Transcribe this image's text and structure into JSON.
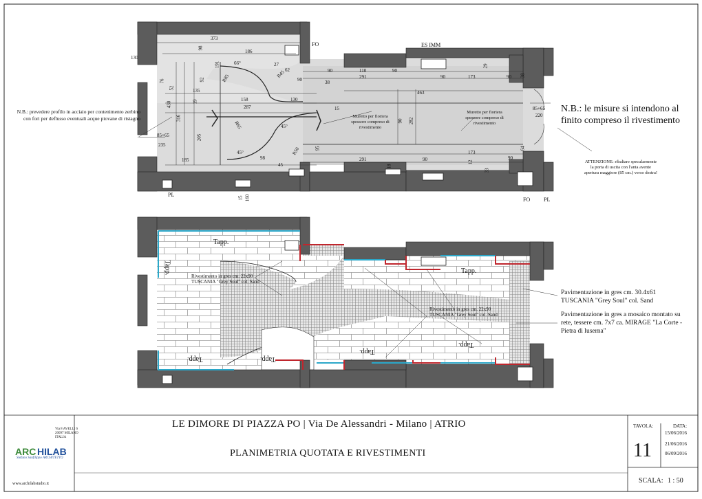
{
  "plan_top": {
    "labels": {
      "fo_top": "FO",
      "es_imm": "ES IMM",
      "pl_left": "PL",
      "fo_bottom": "FO",
      "pl_right": "PL"
    },
    "notes": {
      "nb_left": "N.B.: prevedere profilo in acciaio per contenimento zerbino con fori per deflusso eventuali acque piovane di ristagno",
      "nb_right": "N.B.:  le misure si intendono al finito compreso il rivestimento",
      "attenzione": "ATTENZIONE: ribaltare specularmente la porta di uscita con l'anta avente apertura maggiore (85 cm.) verso destra!",
      "muretto_1": "Muretto per fioriera spessore compreso di rivestimento",
      "muretto_2": "Muretto per fioriera spessore compreso di rivestimento"
    },
    "dims": {
      "d373": "373",
      "d186": "186",
      "d98": "98",
      "d191": "191",
      "d62": "62",
      "d27": "27",
      "d90a": "90",
      "d90b": "90",
      "d110": "110",
      "d90c": "90",
      "d90d": "90",
      "d173a": "173",
      "d29": "29",
      "d90e": "90",
      "d38a": "38",
      "d291a": "291",
      "d463": "463",
      "d135": "135",
      "d92": "92",
      "d76": "76",
      "d52": "52",
      "d430": "430",
      "d19": "19",
      "d316": "316",
      "d158": "158",
      "d130": "130",
      "d287": "287",
      "d15": "15",
      "d85_65l": "85+65",
      "d235": "235",
      "d205": "205",
      "d45a": "45°",
      "d45b": "45°",
      "d90f": "90",
      "d282": "282",
      "d95": "95",
      "d185": "185",
      "d98b": "98",
      "d45c": "45",
      "d291b": "291",
      "d90g": "90",
      "d173b": "173",
      "d12": "12",
      "d18": "18",
      "d33": "33",
      "d85_65r": "85+65",
      "d220": "220",
      "d64": "64",
      "d90h": "90",
      "d130b": "130",
      "d90_130": "90\n130",
      "d15b": "15",
      "d160": "160",
      "d66": "66°",
      "d38b": "38",
      "r85": "R85",
      "r45": "R45",
      "r50": "R50",
      "r65": "R65"
    }
  },
  "plan_bottom": {
    "tapp_labels": [
      "Tapp.",
      "Tapp.",
      "Tapp.",
      "Tapp.",
      "Tapp.",
      "Tapp.",
      "Tapp."
    ],
    "riv_1": "Rivestimento in gres cm. 22x90 TUSCANIA \"Grey Soul\" col. Sand",
    "riv_2": "Rivestimento in gres cm. 22x90 TUSCANIA \"Grey Soul\" col. Sand",
    "pav_1": "Pavimentazione in gres cm. 30.4x61 TUSCANIA \"Grey Soul\" col. Sand",
    "pav_2": "Pavimentazione in gres a mosaico montato su rete, tessere cm. 7x7 ca. MIRAGE \"La Corte - Pietra di luserna\""
  },
  "title_block": {
    "title": "LE DIMORE DI PIAZZA PO | Via De Alessandri - Milano | ATRIO",
    "subtitle": "PLANIMETRIA QUOTATA E RIVESTIMENTI",
    "tavola_label": "TAVOLA:",
    "tavola_number": "11",
    "data_label": "DATA:",
    "dates": [
      "15/06/2016",
      "21/06/2016",
      "06/09/2016"
    ],
    "scala_label": "SCALA:",
    "scala_value": "1 : 50",
    "logo_text": "ARCHILAB",
    "logo_sub": "Stefano Sanfilippo ARCHITETTO",
    "address_lines": [
      "Via F.AVELLI 6",
      "20097 MILANO",
      "ITALIA"
    ],
    "website": "www.archilabstudio.it"
  },
  "colors": {
    "wall": "#5c5c5c",
    "floor_tint": "#d9d9d9",
    "tile_line": "#9a9a9a",
    "mosaic": "#bdbdbd",
    "red_edge": "#c0262d",
    "cyan_edge": "#2aa7c9",
    "logo_green": "#3c8a3a",
    "logo_blue": "#1f4f9b"
  }
}
